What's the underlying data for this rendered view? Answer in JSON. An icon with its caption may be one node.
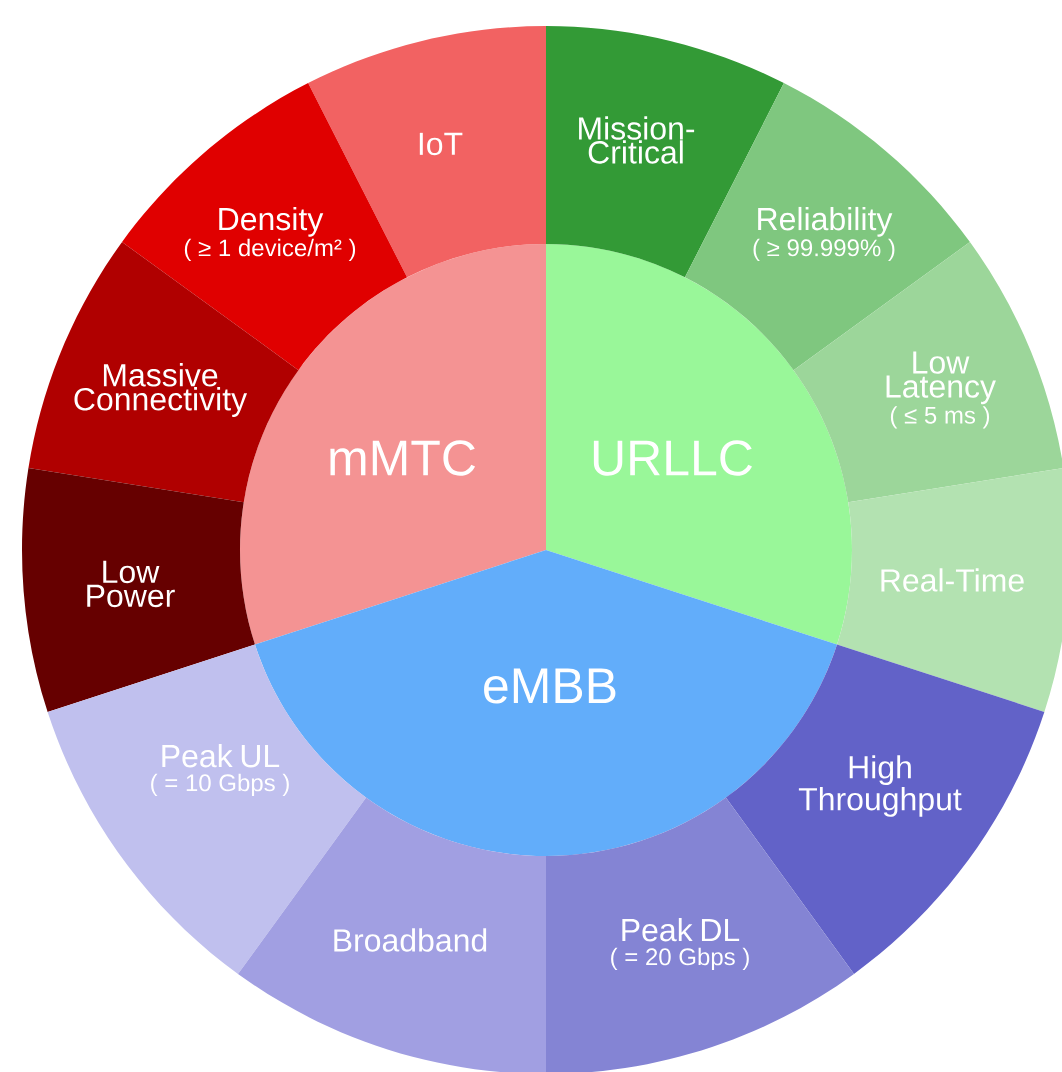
{
  "diagram": {
    "nodes": [
      {
        "text": [
          "mMTC"
        ]
      },
      {
        "text": [
          "URLLC"
        ]
      },
      {
        "text": [
          "eMBB"
        ]
      },
      {
        "text": [
          "IoT"
        ]
      },
      {
        "text": [
          "Mission-Critical"
        ]
      },
      {
        "text": [
          "Density",
          "( ≥ 1 device/m² )"
        ]
      },
      {
        "text": [
          "Reliability",
          "( ≥ 99.999% )"
        ]
      },
      {
        "text": [
          "Massive Connectivity"
        ]
      },
      {
        "text": [
          "Low Latency",
          "( ≤ 5 ms )"
        ]
      },
      {
        "text": [
          "Low Power"
        ]
      },
      {
        "text": [
          "Real-Time"
        ]
      },
      {
        "text": [
          "Peak UL",
          "( = 10 Gbps )"
        ]
      },
      {
        "text": [
          "High Throughput"
        ]
      },
      {
        "text": [
          "Broadband"
        ]
      },
      {
        "text": [
          "Peak DL",
          "( = 20 Gbps )"
        ]
      }
    ]
  }
}
